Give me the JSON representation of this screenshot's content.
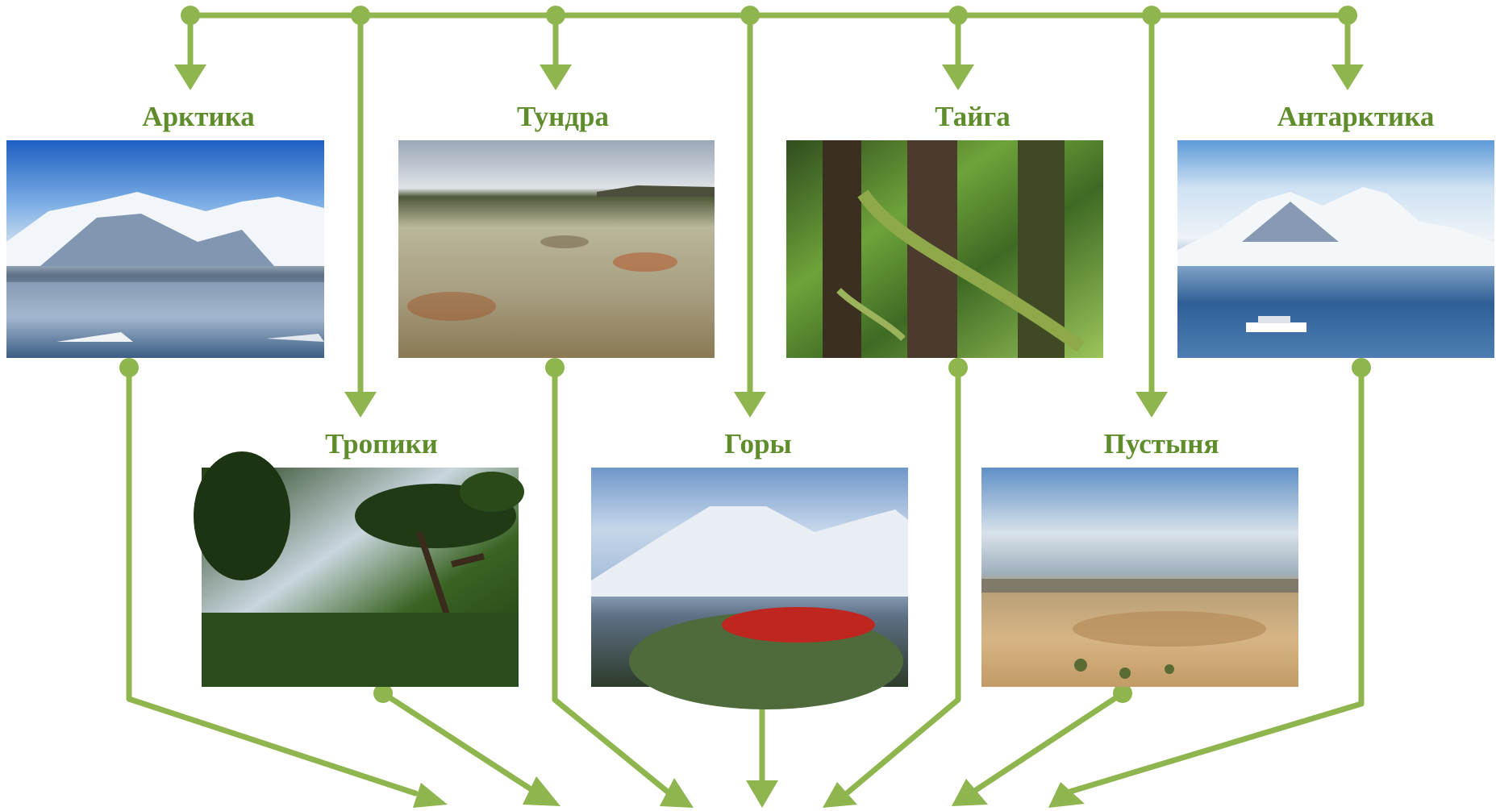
{
  "colors": {
    "connector": "#8fb54f",
    "label": "#5f8d2c"
  },
  "zones": [
    {
      "id": "arctic",
      "label": "Арктика",
      "picture": "snowy-mountains-reflected-in-arctic-water"
    },
    {
      "id": "tropics",
      "label": "Тропики",
      "picture": "umbrella-trees-over-green-forest"
    },
    {
      "id": "tundra",
      "label": "Тундра",
      "picture": "flat-tundra-with-lichen-and-moss"
    },
    {
      "id": "mountains",
      "label": "Горы",
      "picture": "snowy-volcanoes-with-red-lichen-rock"
    },
    {
      "id": "taiga",
      "label": "Тайга",
      "picture": "mossy-tree-trunks-in-forest"
    },
    {
      "id": "desert",
      "label": "Пустыня",
      "picture": "dry-desert-valley-under-clouds"
    },
    {
      "id": "antarctic",
      "label": "Антарктика",
      "picture": "antarctic-peak-with-ship-on-water"
    }
  ]
}
